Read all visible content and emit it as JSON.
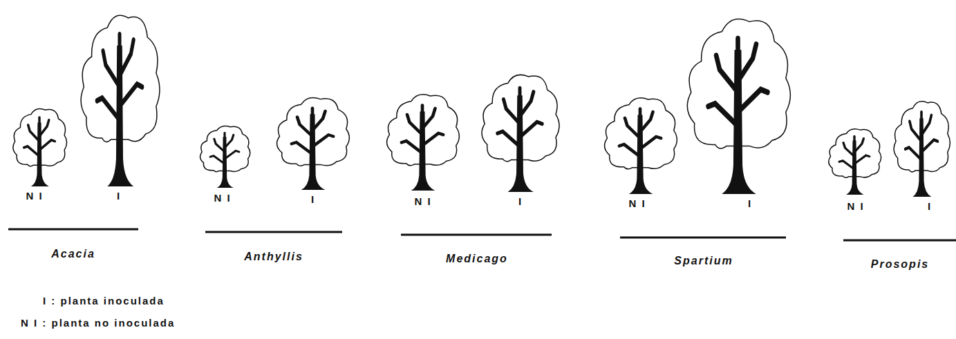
{
  "diagram": {
    "labels": [
      "N I",
      "I",
      "Acacia",
      "N I",
      "I",
      "Anthyllis",
      "N I",
      "I",
      "Medicago",
      "N I",
      "I",
      "Spartium",
      "N I",
      "I",
      "Prosopis",
      "I : planta inoculada",
      "N I : planta no inoculada"
    ]
  }
}
